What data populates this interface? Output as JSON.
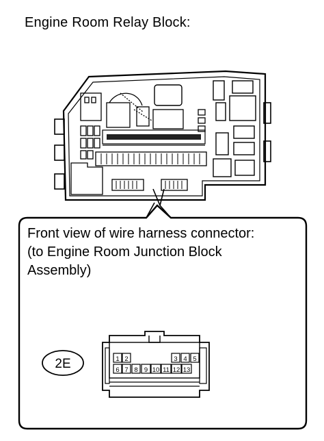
{
  "header": {
    "title": "Engine Room Relay Block:"
  },
  "callout": {
    "lines": [
      "Front view of wire harness connector:",
      "(to Engine Room Junction Block",
      "Assembly)"
    ]
  },
  "connector": {
    "code": "2E",
    "top_row_pins": [
      "1",
      "2",
      "3",
      "4",
      "5"
    ],
    "bottom_row_pins": [
      "6",
      "7",
      "8",
      "9",
      "10",
      "11",
      "12",
      "13"
    ]
  },
  "colors": {
    "line": "#000000",
    "background": "#ffffff"
  }
}
